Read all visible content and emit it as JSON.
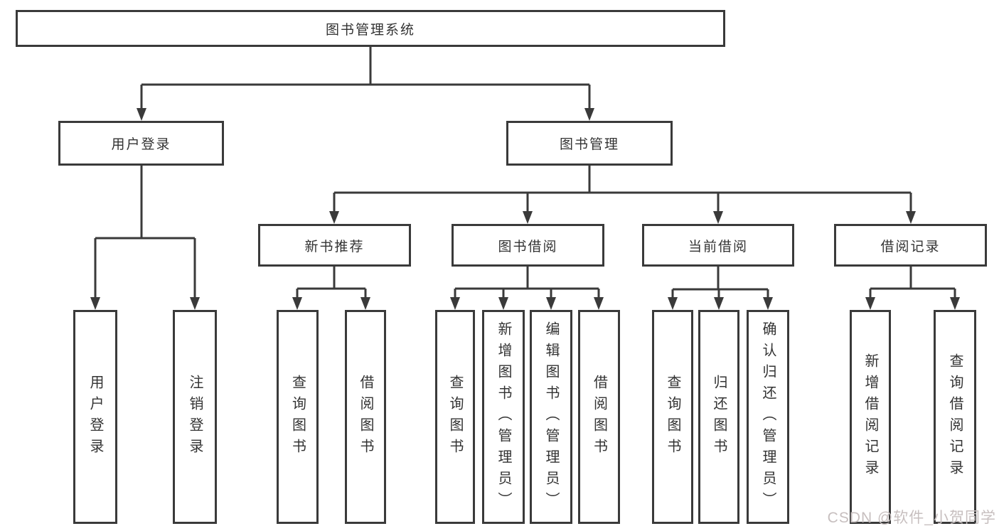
{
  "diagram": {
    "type": "tree",
    "root": {
      "label": "图书管理系统",
      "children": [
        {
          "label": "用户登录",
          "children": [
            {
              "label": "用户登录"
            },
            {
              "label": "注销登录"
            }
          ]
        },
        {
          "label": "图书管理",
          "children": [
            {
              "label": "新书推荐",
              "children": [
                {
                  "label": "查询图书"
                },
                {
                  "label": "借阅图书"
                }
              ]
            },
            {
              "label": "图书借阅",
              "children": [
                {
                  "label": "查询图书"
                },
                {
                  "label": "新增图书（管理员）"
                },
                {
                  "label": "编辑图书（管理员）"
                },
                {
                  "label": "借阅图书"
                }
              ]
            },
            {
              "label": "当前借阅",
              "children": [
                {
                  "label": "查询图书"
                },
                {
                  "label": "归还图书"
                },
                {
                  "label": "确认归还（管理员）"
                }
              ]
            },
            {
              "label": "借阅记录",
              "children": [
                {
                  "label": "新增借阅记录"
                },
                {
                  "label": "查询借阅记录"
                }
              ]
            }
          ]
        }
      ]
    },
    "colors": {
      "line": "#3a3a3a",
      "border": "#3a3a3a",
      "text": "#333333",
      "background": "#ffffff",
      "watermark": "#c7bfbf"
    }
  },
  "watermark": {
    "text": "CSDN @软件_小贺同学"
  }
}
